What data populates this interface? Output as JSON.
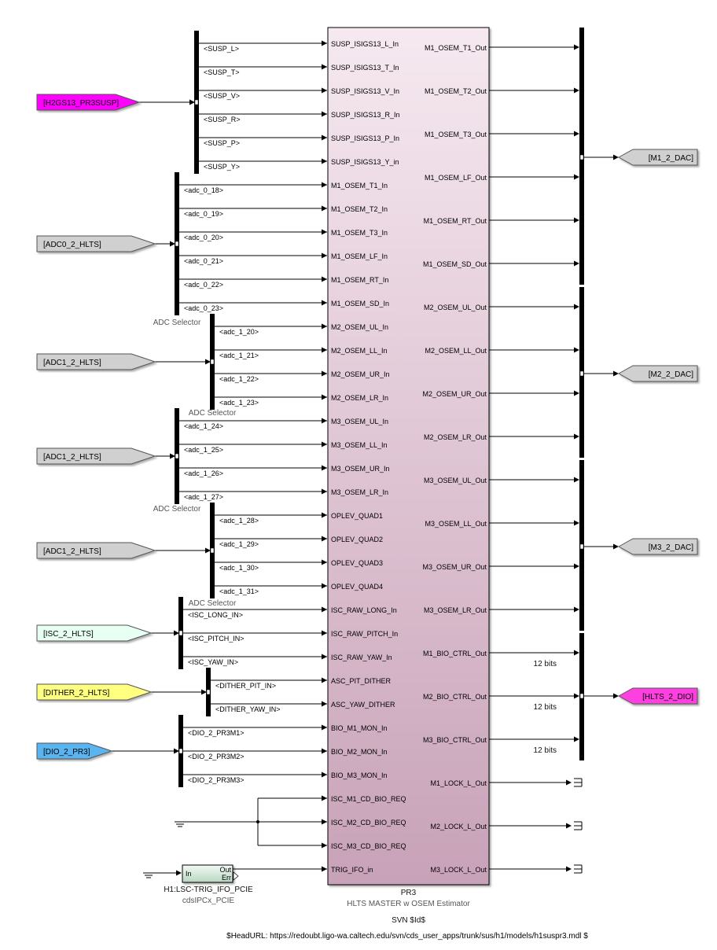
{
  "master_block": {
    "name": "PR3",
    "subtitle": "HLTS MASTER w OSEM Estimator",
    "svn": "SVN $Id$",
    "inputs": [
      "SUSP_ISIGS13_L_In",
      "SUSP_ISIGS13_T_In",
      "SUSP_ISIGS13_V_In",
      "SUSP_ISIGS13_R_In",
      "SUSP_ISIGS13_P_In",
      "SUSP_ISIGS13_Y_in",
      "M1_OSEM_T1_In",
      "M1_OSEM_T2_In",
      "M1_OSEM_T3_In",
      "M1_OSEM_LF_In",
      "M1_OSEM_RT_In",
      "M1_OSEM_SD_In",
      "M2_OSEM_UL_In",
      "M2_OSEM_LL_In",
      "M2_OSEM_UR_In",
      "M2_OSEM_LR_In",
      "M3_OSEM_UL_In",
      "M3_OSEM_LL_In",
      "M3_OSEM_UR_In",
      "M3_OSEM_LR_In",
      "OPLEV_QUAD1",
      "OPLEV_QUAD2",
      "OPLEV_QUAD3",
      "OPLEV_QUAD4",
      "ISC_RAW_LONG_In",
      "ISC_RAW_PITCH_In",
      "ISC_RAW_YAW_In",
      "ASC_PIT_DITHER",
      "ASC_YAW_DITHER",
      "BIO_M1_MON_In",
      "BIO_M2_MON_In",
      "BIO_M3_MON_In",
      "ISC_M1_CD_BIO_REQ",
      "ISC_M2_CD_BIO_REQ",
      "ISC_M3_CD_BIO_REQ",
      "TRIG_IFO_in"
    ],
    "outputs": [
      "M1_OSEM_T1_Out",
      "M1_OSEM_T2_Out",
      "M1_OSEM_T3_Out",
      "M1_OSEM_LF_Out",
      "M1_OSEM_RT_Out",
      "M1_OSEM_SD_Out",
      "M2_OSEM_UL_Out",
      "M2_OSEM_LL_Out",
      "M2_OSEM_UR_Out",
      "M2_OSEM_LR_Out",
      "M3_OSEM_UL_Out",
      "M3_OSEM_LL_Out",
      "M3_OSEM_UR_Out",
      "M3_OSEM_LR_Out",
      "M1_BIO_CTRL_Out",
      "M2_BIO_CTRL_Out",
      "M3_BIO_CTRL_Out",
      "M1_LOCK_L_Out",
      "M2_LOCK_L_Out",
      "M3_LOCK_L_Out"
    ]
  },
  "from_tags": [
    {
      "label": "[H2GS13_PR3SUSP]",
      "color": "#ff00ff"
    },
    {
      "label": "[ADC0_2_HLTS]",
      "color": "#d0d0d0"
    },
    {
      "label": "[ADC1_2_HLTS]",
      "color": "#d0d0d0"
    },
    {
      "label": "[ADC1_2_HLTS]",
      "color": "#d0d0d0"
    },
    {
      "label": "[ADC1_2_HLTS]",
      "color": "#d0d0d0"
    },
    {
      "label": "[ISC_2_HLTS]",
      "color": "#e8fff4"
    },
    {
      "label": "[DITHER_2_HLTS]",
      "color": "#ffff80"
    },
    {
      "label": "[DIO_2_PR3]",
      "color": "#5ab4f0"
    }
  ],
  "selectors": [
    {
      "signals": [
        "<SUSP_L>",
        "<SUSP_T>",
        "<SUSP_V>",
        "<SUSP_R>",
        "<SUSP_P>",
        "<SUSP_Y>"
      ],
      "caption": ""
    },
    {
      "signals": [
        "<adc_0_18>",
        "<adc_0_19>",
        "<adc_0_20>",
        "<adc_0_21>",
        "<adc_0_22>",
        "<adc_0_23>"
      ],
      "caption": "ADC Selector"
    },
    {
      "signals": [
        "<adc_1_20>",
        "<adc_1_21>",
        "<adc_1_22>",
        "<adc_1_23>"
      ],
      "caption": "ADC Selector"
    },
    {
      "signals": [
        "<adc_1_24>",
        "<adc_1_25>",
        "<adc_1_26>",
        "<adc_1_27>"
      ],
      "caption": "ADC Selector"
    },
    {
      "signals": [
        "<adc_1_28>",
        "<adc_1_29>",
        "<adc_1_30>",
        "<adc_1_31>"
      ],
      "caption": "ADC Selector"
    },
    {
      "signals": [
        "<ISC_LONG_IN>",
        "<ISC_PITCH_IN>",
        "<ISC_YAW_IN>"
      ],
      "caption": ""
    },
    {
      "signals": [
        "<DITHER_PIT_IN>",
        "<DITHER_YAW_IN>"
      ],
      "caption": ""
    },
    {
      "signals": [
        "<DIO_2_PR3M1>",
        "<DIO_2_PR3M2>",
        "<DIO_2_PR3M3>"
      ],
      "caption": ""
    }
  ],
  "goto_tags": [
    {
      "label": "[M1_2_DAC]",
      "color": "#d0d0d0"
    },
    {
      "label": "[M2_2_DAC]",
      "color": "#d0d0d0"
    },
    {
      "label": "[M3_2_DAC]",
      "color": "#d0d0d0"
    },
    {
      "label": "[HLTS_2_DIO]",
      "color": "#ff40e0"
    }
  ],
  "bit_labels": [
    "12 bits",
    "12 bits",
    "12 bits"
  ],
  "ipc_block": {
    "in": "In",
    "out": "Out",
    "err": "Err",
    "name": "H1:LSC-TRIG_IFO_PCIE",
    "type": "cdsIPCx_PCIE"
  },
  "footer": "$HeadURL: https://redoubt.ligo-wa.caltech.edu/svn/cds_user_apps/trunk/sus/h1/models/h1suspr3.mdl $"
}
